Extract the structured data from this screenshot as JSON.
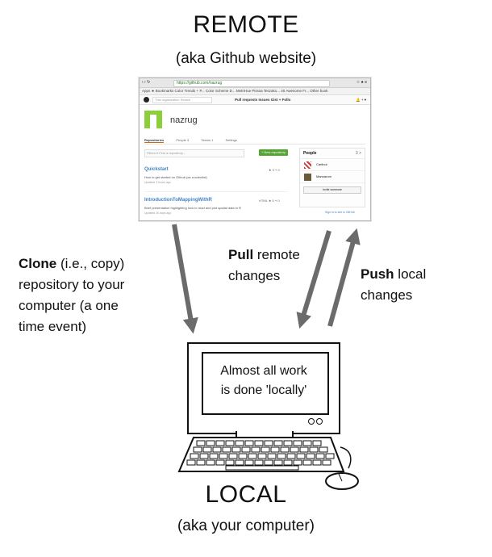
{
  "remote": {
    "title": "REMOTE",
    "subtitle": "(aka Github website)"
  },
  "local": {
    "title": "LOCAL",
    "subtitle": "(aka your computer)"
  },
  "clone": {
    "bold": "Clone",
    "line1": " (i.e., copy)",
    "line2": "repository to your",
    "line3": "computer (a one",
    "line4": "time event)"
  },
  "pull": {
    "bold": "Pull",
    "line1": " remote",
    "line2": "changes"
  },
  "push": {
    "bold": "Push",
    "line1": " local",
    "line2": "changes"
  },
  "screen": {
    "line1": "Almost all work",
    "line2": "is done 'locally'"
  },
  "browser": {
    "url": "https://github.com/nazrug",
    "bookmarks": "Apps  ★ Bookmarks  Color Trends + P...  Color Scheme D...  MetriHue  Pisssa Teszako...  40 Awesome Fr...  Other book",
    "search_placeholder": "This organization   Search",
    "nav_links": "Pull requests   Issues   Gist   + Follo",
    "org_name": "nazrug",
    "tabs": [
      "Repositories",
      "People 3",
      "Teams 1",
      "Settings"
    ],
    "filter_placeholder": "Filters ▾   Find a repository...",
    "new_repo": "+ New repository",
    "repos": [
      {
        "name": "Quickstart",
        "desc": "How to get started on Github (as a scientist)",
        "updated": "Updated 3 hours ago",
        "meta": "★ 0   ⑂ 0"
      },
      {
        "name": "IntroductionToMappingWithR",
        "desc": "Brief presentation highlighting how to read and plot spatial data in R",
        "updated": "Updated 26 days ago",
        "meta": "HTML  ★ 0   ⑂ 0"
      }
    ],
    "people_header": "People",
    "people_count": "3 >",
    "people": [
      "Carlinui",
      "Manzarom"
    ],
    "invite": "Invite someone",
    "signin": "Sign in to see in GitHub"
  }
}
